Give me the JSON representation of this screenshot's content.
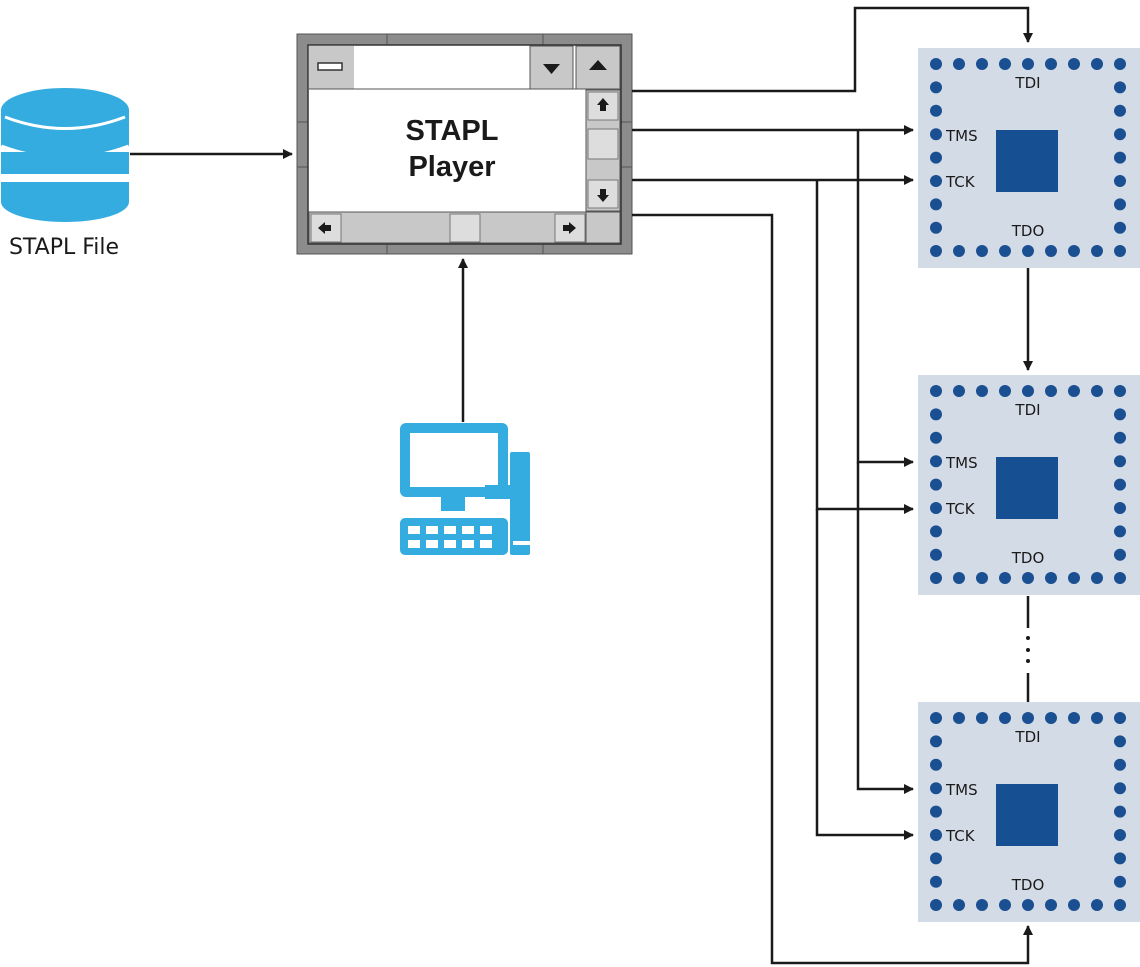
{
  "diagram": {
    "source": {
      "label": "STAPL File",
      "icon": "database-icon",
      "color": "#35ace0"
    },
    "player": {
      "line1": "STAPL",
      "line2": "Player"
    },
    "host": {
      "icon": "computer-icon",
      "color": "#35ace0"
    },
    "devices": [
      {
        "tdi": "TDI",
        "tms": "TMS",
        "tck": "TCK",
        "tdo": "TDO"
      },
      {
        "tdi": "TDI",
        "tms": "TMS",
        "tck": "TCK",
        "tdo": "TDO"
      },
      {
        "tdi": "TDI",
        "tms": "TMS",
        "tck": "TCK",
        "tdo": "TDO"
      }
    ],
    "colors": {
      "chip_bg": "#d3dce6",
      "pin": "#1a4f91",
      "die": "#164f92",
      "line": "#1a1a1a",
      "window_frame": "#8c8c8c",
      "window_btn": "#c8c8c8"
    }
  }
}
